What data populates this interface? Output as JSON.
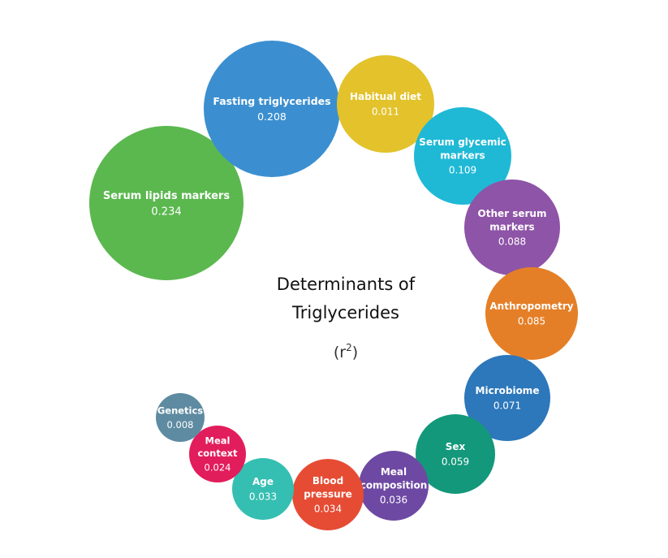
{
  "chart_data": {
    "type": "bubble",
    "title_lines": [
      "Determinants of",
      "Triglycerides"
    ],
    "unit_label": "(r",
    "unit_superscript": "2",
    "unit_close": ")",
    "items": [
      {
        "name_lines": [
          "Serum lipids markers"
        ],
        "value": "0.234",
        "color": "#5bb84f"
      },
      {
        "name_lines": [
          "Fasting triglycerides"
        ],
        "value": "0.208",
        "color": "#3b8fd0"
      },
      {
        "name_lines": [
          "Habitual diet"
        ],
        "value": "0.011",
        "color": "#e3c22b"
      },
      {
        "name_lines": [
          "Serum glycemic",
          "markers"
        ],
        "value": "0.109",
        "color": "#1fb9d6"
      },
      {
        "name_lines": [
          "Other serum",
          "markers"
        ],
        "value": "0.088",
        "color": "#8e54a7"
      },
      {
        "name_lines": [
          "Anthropometry"
        ],
        "value": "0.085",
        "color": "#e57f27"
      },
      {
        "name_lines": [
          "Microbiome"
        ],
        "value": "0.071",
        "color": "#2d77bb"
      },
      {
        "name_lines": [
          "Sex"
        ],
        "value": "0.059",
        "color": "#13987b"
      },
      {
        "name_lines": [
          "Meal",
          "composition"
        ],
        "value": "0.036",
        "color": "#6e49a3"
      },
      {
        "name_lines": [
          "Blood",
          "pressure"
        ],
        "value": "0.034",
        "color": "#e64c34"
      },
      {
        "name_lines": [
          "Age"
        ],
        "value": "0.033",
        "color": "#35bfb2"
      },
      {
        "name_lines": [
          "Meal",
          "context"
        ],
        "value": "0.024",
        "color": "#e21d5c"
      },
      {
        "name_lines": [
          "Genetics"
        ],
        "value": "0.008",
        "color": "#5e8ba1"
      }
    ]
  }
}
